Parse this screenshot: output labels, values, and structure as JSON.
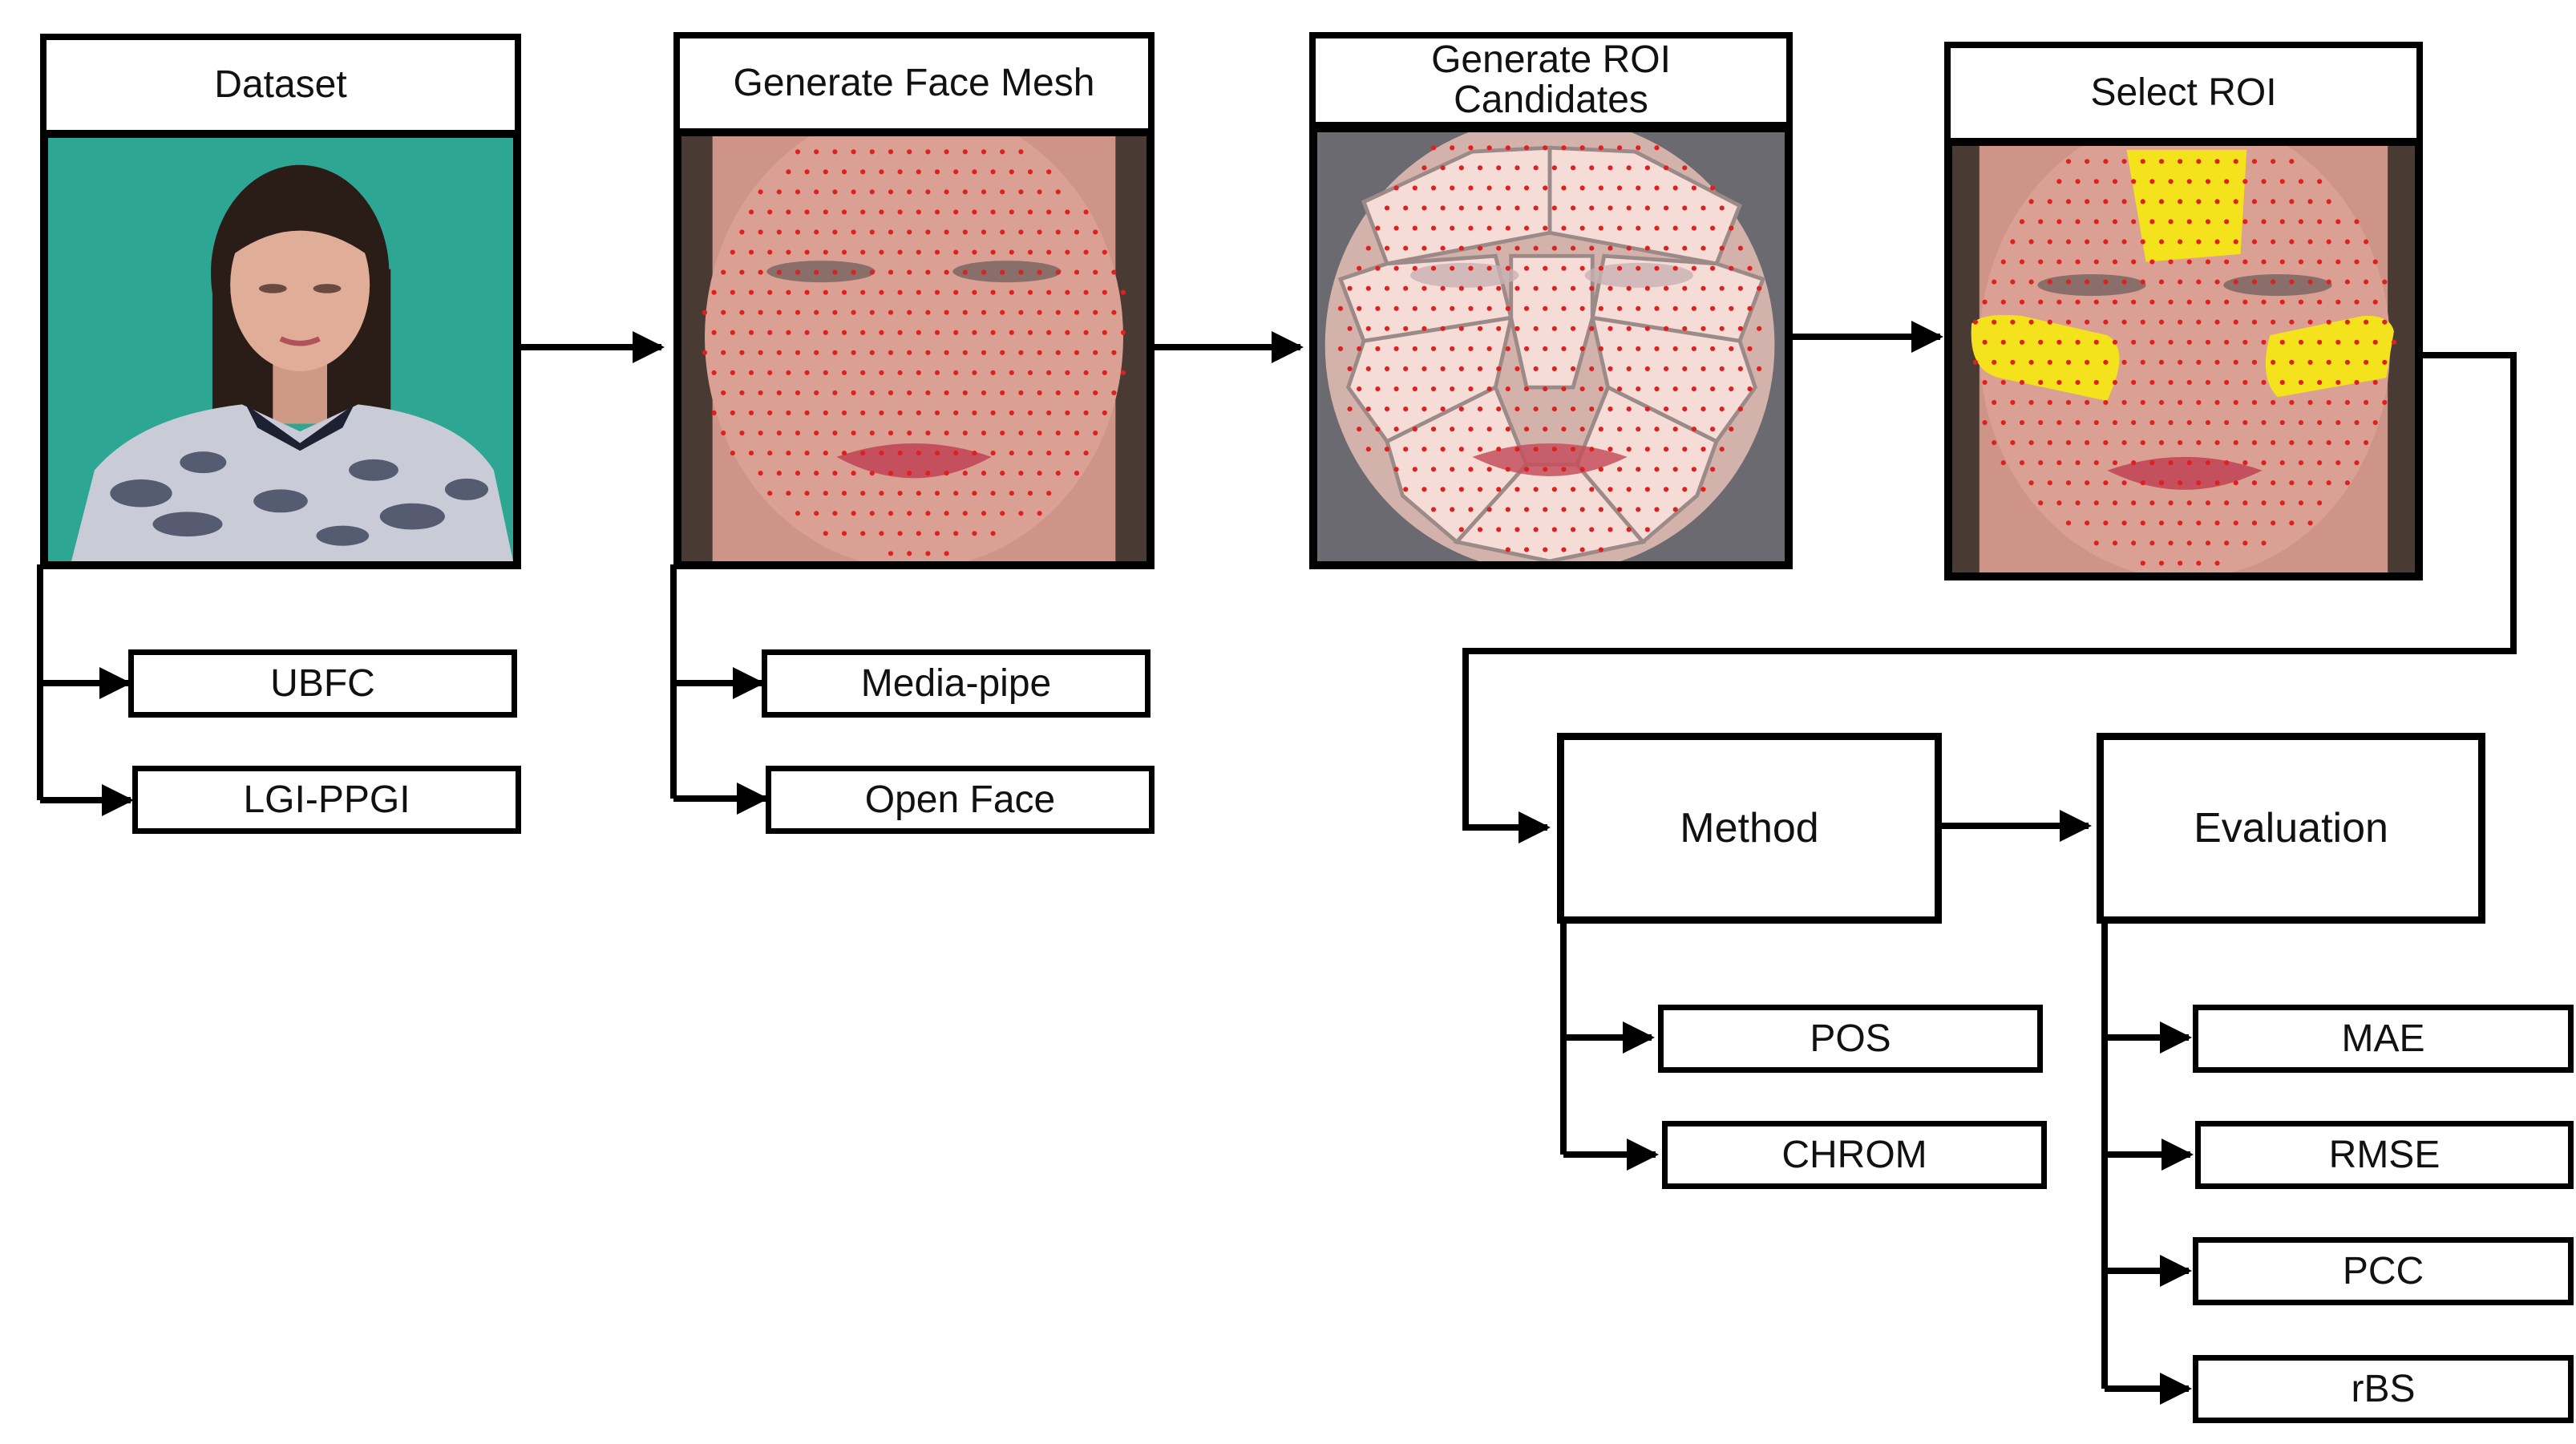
{
  "steps": {
    "dataset": {
      "title": "Dataset",
      "options": [
        "UBFC",
        "LGI-PPGI"
      ]
    },
    "mesh": {
      "title": "Generate Face Mesh",
      "options": [
        "Media-pipe",
        "Open Face"
      ]
    },
    "candidates": {
      "title_line1": "Generate ROI",
      "title_line2": "Candidates"
    },
    "select": {
      "title": "Select ROI"
    },
    "method": {
      "title": "Method",
      "options": [
        "POS",
        "CHROM"
      ]
    },
    "evaluation": {
      "title": "Evaluation",
      "options": [
        "MAE",
        "RMSE",
        "PCC",
        "rBS"
      ]
    }
  },
  "images": {
    "dataset": "person-photo",
    "mesh": "face-landmark-mesh",
    "candidates": "face-roi-segments",
    "select": "face-selected-roi"
  },
  "colors": {
    "line": "#000000",
    "landmark": "#e0201e",
    "roi_highlight": "#f4e21c",
    "dataset_background": "#2aa38f",
    "skin": "#d39a8a"
  }
}
